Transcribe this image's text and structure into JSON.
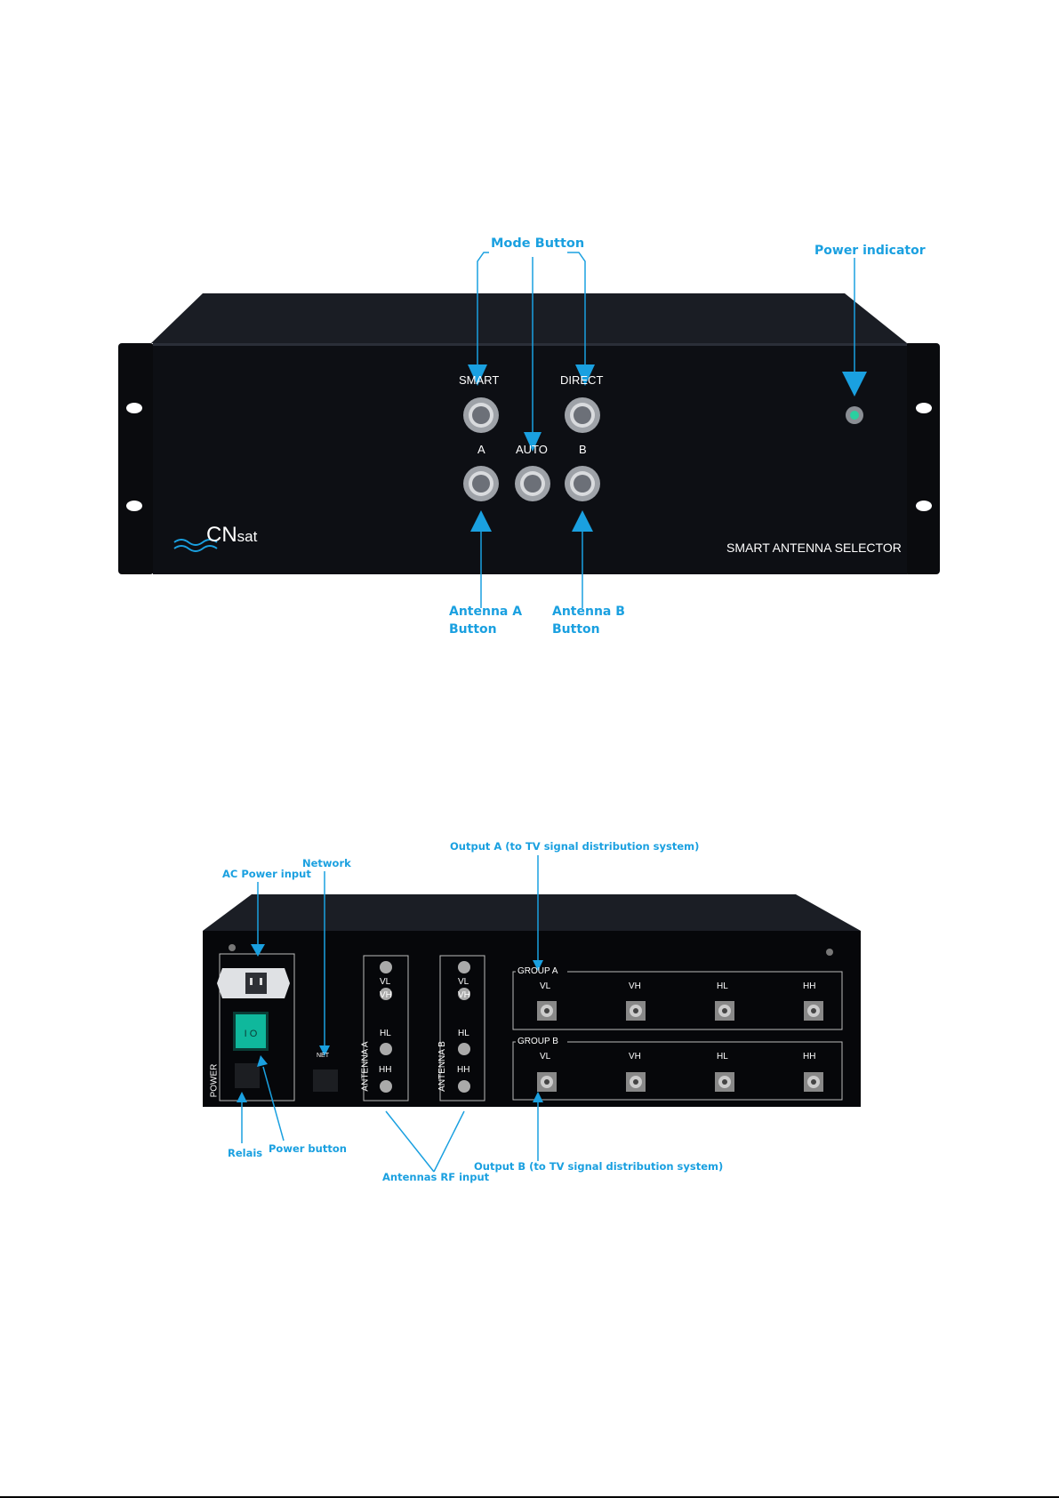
{
  "front": {
    "callouts": {
      "mode_button": "Mode Button",
      "power_indicator": "Power indicator",
      "antenna_a_line1": "Antenna A",
      "antenna_a_line2": "Button",
      "antenna_b_line1": "Antenna B",
      "antenna_b_line2": "Button"
    },
    "panel": {
      "smart": "SMART",
      "direct": "DIRECT",
      "a": "A",
      "auto": "AUTO",
      "b": "B",
      "brand_cn": "CN",
      "brand_sat": "sat",
      "product": "SMART ANTENNA SELECTOR"
    }
  },
  "rear": {
    "callouts": {
      "output_a": "Output A (to TV signal distribution system)",
      "network": "Network",
      "ac_power_input": "AC Power input",
      "relais": "Relais",
      "power_button": "Power button",
      "antennas_rf_input": "Antennas RF input",
      "output_b": "Output B (to TV signal distribution system)"
    },
    "panel": {
      "power": "POWER",
      "net": "NET",
      "antenna_a": "ANTENNA A",
      "antenna_b": "ANTENNA B",
      "group_a": "GROUP A",
      "group_b": "GROUP B",
      "ports": [
        "VL",
        "VH",
        "HL",
        "HH"
      ]
    }
  },
  "colors": {
    "accent": "#1aa0e0",
    "chassis": "#0d0f14"
  },
  "icons": [
    "push-button-icon",
    "led-indicator-icon",
    "f-connector-icon",
    "iec-power-inlet-icon",
    "rocker-switch-icon",
    "rj45-port-icon",
    "wave-logo-icon"
  ]
}
